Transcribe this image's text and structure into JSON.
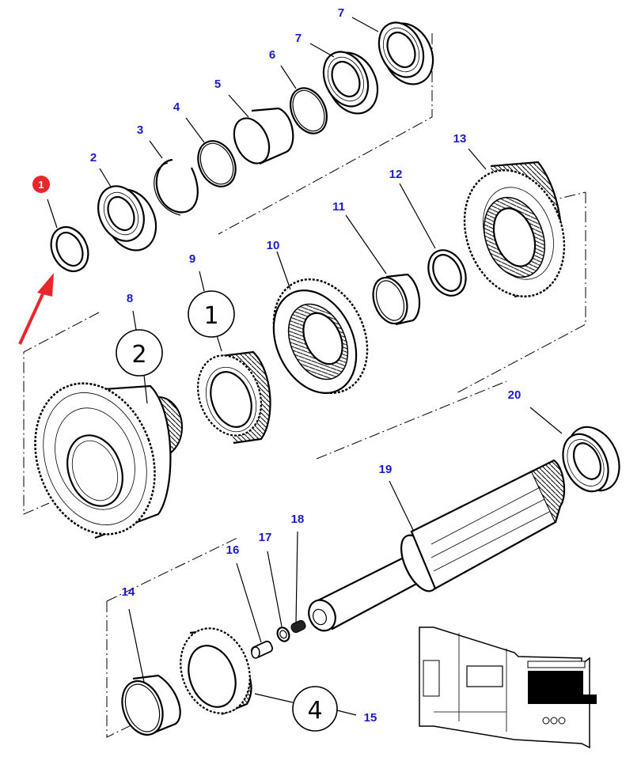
{
  "diagram": {
    "title": "Transmission gear shaft exploded view",
    "highlighted_part": "1",
    "colors": {
      "label": "#1a1acc",
      "highlight": "#e8262b",
      "arrow": "#e8262b",
      "line": "#000000"
    },
    "parts": [
      {
        "id": "p1",
        "label": "1",
        "name": "thrust-washer",
        "highlighted": true
      },
      {
        "id": "p2",
        "label": "2",
        "name": "bearing"
      },
      {
        "id": "p3",
        "label": "3",
        "name": "snap-ring"
      },
      {
        "id": "p4",
        "label": "4",
        "name": "circlip"
      },
      {
        "id": "p5",
        "label": "5",
        "name": "sleeve"
      },
      {
        "id": "p6",
        "label": "6",
        "name": "o-ring"
      },
      {
        "id": "p7a",
        "label": "7",
        "name": "bearing"
      },
      {
        "id": "p7b",
        "label": "7",
        "name": "bearing"
      },
      {
        "id": "p8",
        "label": "8",
        "name": "gear-assembly-2"
      },
      {
        "id": "p9",
        "label": "9",
        "name": "gear-assembly-1"
      },
      {
        "id": "p10",
        "label": "10",
        "name": "synchronizer"
      },
      {
        "id": "p11",
        "label": "11",
        "name": "bushing"
      },
      {
        "id": "p12",
        "label": "12",
        "name": "washer"
      },
      {
        "id": "p13",
        "label": "13",
        "name": "gear"
      },
      {
        "id": "p14",
        "label": "14",
        "name": "bushing"
      },
      {
        "id": "p15",
        "label": "15",
        "name": "gear-assembly-4"
      },
      {
        "id": "p16",
        "label": "16",
        "name": "plug"
      },
      {
        "id": "p17",
        "label": "17",
        "name": "washer"
      },
      {
        "id": "p18",
        "label": "18",
        "name": "spring"
      },
      {
        "id": "p19",
        "label": "19",
        "name": "main-shaft"
      },
      {
        "id": "p20",
        "label": "20",
        "name": "bearing"
      }
    ],
    "group_callouts": [
      {
        "id": "g1",
        "number": "1"
      },
      {
        "id": "g2",
        "number": "2"
      },
      {
        "id": "g4",
        "number": "4"
      }
    ],
    "badge": {
      "text": "1"
    }
  }
}
